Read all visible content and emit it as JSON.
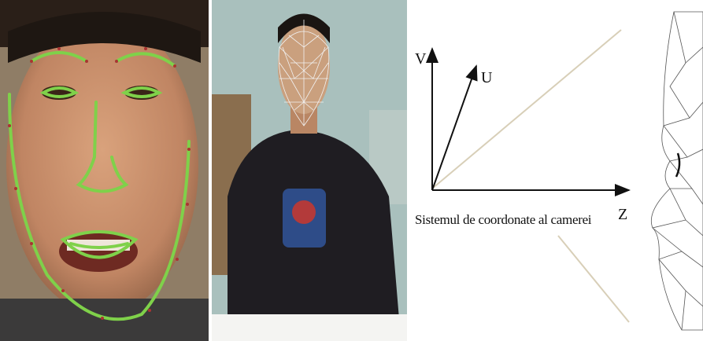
{
  "panels": {
    "face_landmarks": {
      "landmark_color": "#7fd14a"
    },
    "webcam_mesh": {
      "mesh_color": "#f2f2f2"
    },
    "camera_coordinates": {
      "caption": "Sistemul de coordonate al camerei",
      "axis_v": "V",
      "axis_u": "U",
      "axis_z": "Z"
    }
  }
}
